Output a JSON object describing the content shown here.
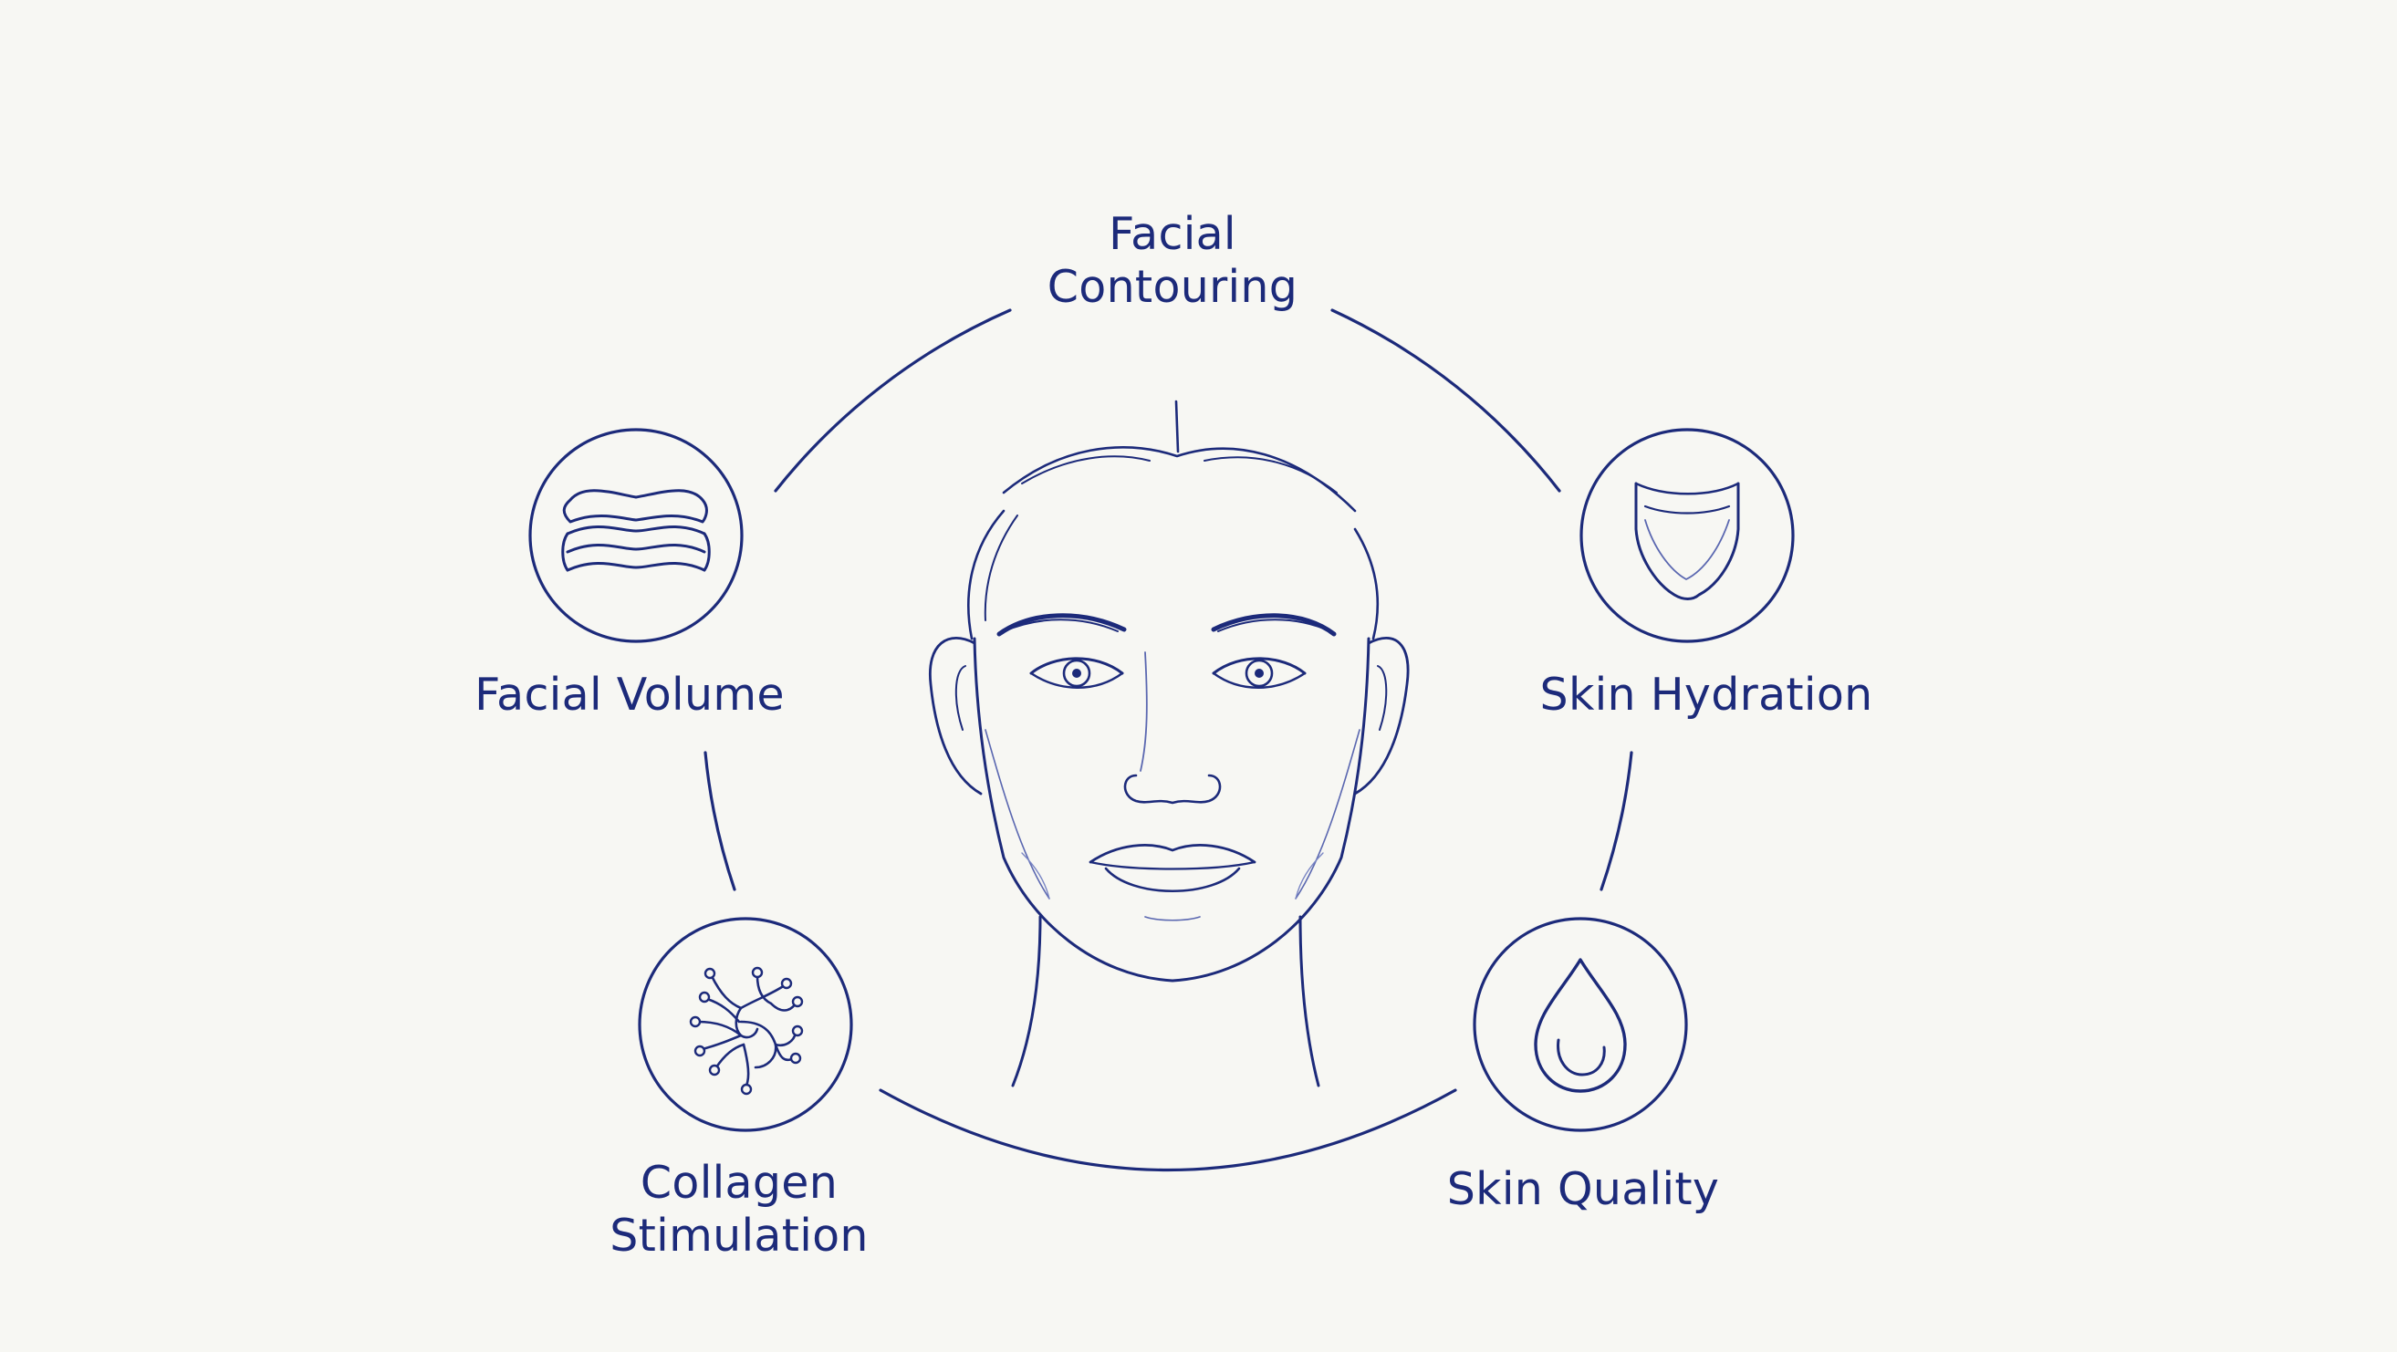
{
  "diagram": {
    "center": {
      "icon": "face-outline-illustration"
    },
    "nodes": [
      {
        "id": "contouring",
        "lines": [
          "Facial",
          "Contouring"
        ]
      },
      {
        "id": "volume",
        "lines": [
          "Facial Volume"
        ],
        "icon": "layered-pads-icon"
      },
      {
        "id": "hydration",
        "lines": [
          "Skin Hydration"
        ],
        "icon": "jawline-shield-icon"
      },
      {
        "id": "collagen",
        "lines": [
          "Collagen",
          "Stimulation"
        ],
        "icon": "fiber-network-icon"
      },
      {
        "id": "quality",
        "lines": [
          "Skin Quality"
        ],
        "icon": "droplet-icon"
      }
    ],
    "colors": {
      "line": "#1c2a7a",
      "background": "#f7f7f3"
    }
  }
}
